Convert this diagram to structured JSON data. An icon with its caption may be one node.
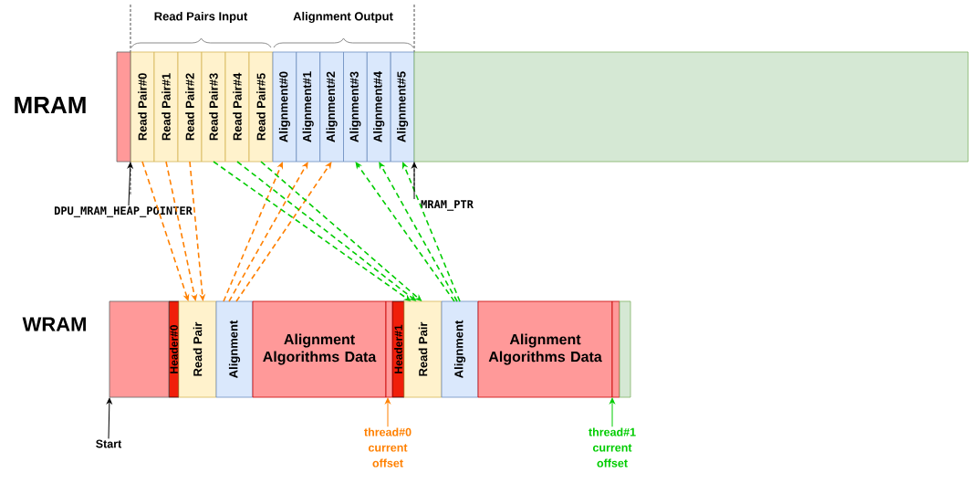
{
  "diagram": {
    "nodes": [
      {
        "text": [
          "Read Pair#0"
        ]
      },
      {
        "text": [
          "Read Pair#1"
        ]
      },
      {
        "text": [
          "Read Pair#2"
        ]
      },
      {
        "text": [
          "Read Pair#3"
        ]
      },
      {
        "text": [
          "Read Pair#4"
        ]
      },
      {
        "text": [
          "Read Pair#5"
        ]
      },
      {
        "text": [
          "Alignment#0"
        ]
      },
      {
        "text": [
          "Alignment#1"
        ]
      },
      {
        "text": [
          "Alignment#2"
        ]
      },
      {
        "text": [
          "Alignment#3"
        ]
      },
      {
        "text": [
          "Alignment#4"
        ]
      },
      {
        "text": [
          "Alignment#5"
        ]
      },
      {
        "text": [
          "Header#0"
        ]
      },
      {
        "text": [
          "Read Pair"
        ]
      },
      {
        "text": [
          "Alignment"
        ]
      },
      {
        "text": [
          "Alignment Algorithms Data"
        ]
      },
      {
        "text": [
          "Header#1"
        ]
      },
      {
        "text": [
          "Read Pair"
        ]
      },
      {
        "text": [
          "Alignment"
        ]
      },
      {
        "text": [
          "Alignment Algorithms Data"
        ]
      },
      {
        "text": [
          "DPU_MRAM_HEAP_POINTER"
        ]
      },
      {
        "text": [
          "MRAM_PTR"
        ]
      },
      {
        "text": [
          "Start"
        ]
      },
      {
        "text": [
          "thread#0 current offset"
        ]
      },
      {
        "text": [
          "thread#1 current offset"
        ]
      },
      {
        "text": [],
        "shape": "box"
      },
      {
        "text": [],
        "shape": "box"
      },
      {
        "text": [],
        "shape": "box"
      },
      {
        "text": [],
        "shape": "box"
      },
      {
        "text": [],
        "shape": "box"
      },
      {
        "text": [],
        "shape": "box"
      }
    ],
    "edges": [
      {
        "from": 0,
        "to": 13,
        "arrow": "to",
        "style": "dashed",
        "color": "#ff8000"
      },
      {
        "from": 1,
        "to": 13,
        "arrow": "to",
        "style": "dashed",
        "color": "#ff8000"
      },
      {
        "from": 2,
        "to": 13,
        "arrow": "to",
        "style": "dashed",
        "color": "#ff8000"
      },
      {
        "from": 14,
        "to": 6,
        "arrow": "to",
        "style": "dashed",
        "color": "#ff8000"
      },
      {
        "from": 14,
        "to": 7,
        "arrow": "to",
        "style": "dashed",
        "color": "#ff8000"
      },
      {
        "from": 14,
        "to": 8,
        "arrow": "to",
        "style": "dashed",
        "color": "#ff8000"
      },
      {
        "from": 3,
        "to": 17,
        "arrow": "to",
        "style": "dashed",
        "color": "#00cc00"
      },
      {
        "from": 4,
        "to": 17,
        "arrow": "to",
        "style": "dashed",
        "color": "#00cc00"
      },
      {
        "from": 5,
        "to": 17,
        "arrow": "to",
        "style": "dashed",
        "color": "#00cc00"
      },
      {
        "from": 18,
        "to": 9,
        "arrow": "to",
        "style": "dashed",
        "color": "#00cc00"
      },
      {
        "from": 18,
        "to": 10,
        "arrow": "to",
        "style": "dashed",
        "color": "#00cc00"
      },
      {
        "from": 18,
        "to": 11,
        "arrow": "to",
        "style": "dashed",
        "color": "#00cc00"
      },
      {
        "from": 20,
        "to": 0,
        "arrow": "to",
        "color": "#000000"
      },
      {
        "from": 21,
        "to": 11,
        "arrow": "to",
        "color": "#000000"
      },
      {
        "from": 22,
        "to": 27,
        "arrow": "to",
        "color": "#000000"
      },
      {
        "from": 23,
        "to": 28,
        "arrow": "to",
        "color": "#ff8000"
      },
      {
        "from": 24,
        "to": 29,
        "arrow": "to",
        "color": "#00cc00"
      }
    ],
    "labels": [
      "Read Pairs Input",
      "Alignment Output",
      "MRAM",
      "WRAM"
    ]
  }
}
